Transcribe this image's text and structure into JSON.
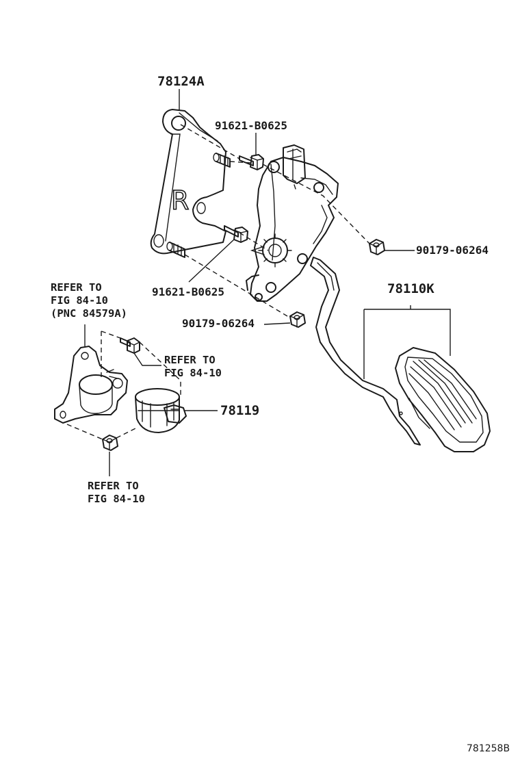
{
  "labels": {
    "bracket": "78124A",
    "bolt_upper": "91621-B0625",
    "nut_right": "90179-06264",
    "bolt_lower": "91621-B0625",
    "nut_lower": "90179-06264",
    "pedal_assy": "78110K",
    "stopper": "78119",
    "bracket_r_mark": "R"
  },
  "notes": {
    "refer_pnc": [
      "REFER TO",
      "FIG 84-10",
      "(PNC 84579A)"
    ],
    "refer_bolt": [
      "REFER TO",
      "FIG 84-10"
    ],
    "refer_nut": [
      "REFER TO",
      "FIG 84-10"
    ]
  },
  "figure_code": "781258B"
}
